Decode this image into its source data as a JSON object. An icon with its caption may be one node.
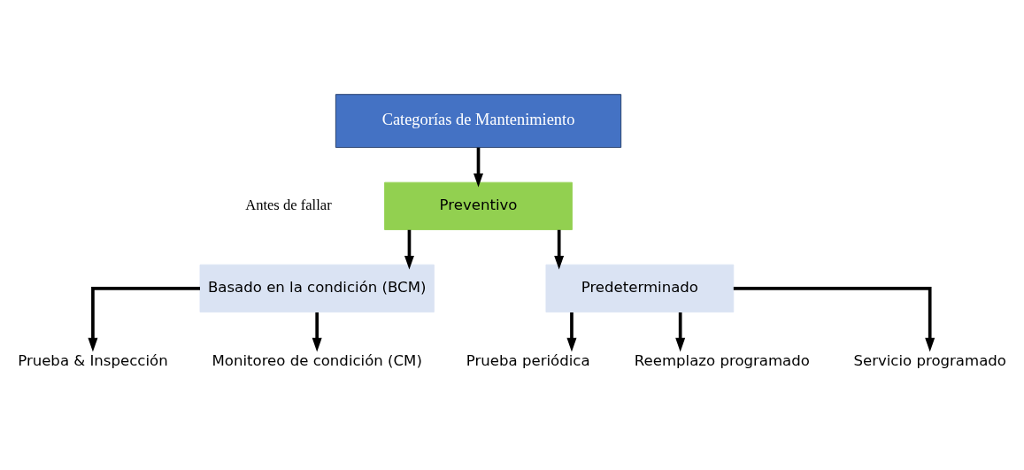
{
  "diagram": {
    "nodes": [
      {
        "text": [
          "Categorías de Mantenimiento"
        ]
      },
      {
        "text": [
          "Preventivo"
        ],
        "beside": [
          "Antes de fallar"
        ]
      },
      {
        "text": [
          "Basado en la condición (BCM)"
        ]
      },
      {
        "text": [
          "Predeterminado"
        ]
      },
      {
        "text": [
          "Prueba & Inspección"
        ]
      },
      {
        "text": [
          "Monitoreo de condición (CM)"
        ]
      },
      {
        "text": [
          "Prueba periódica"
        ]
      },
      {
        "text": [
          "Reemplazo programado"
        ]
      },
      {
        "text": [
          "Servicio programado"
        ]
      }
    ],
    "edges": [
      {
        "from": 0,
        "to": 1,
        "arrow": "to"
      },
      {
        "from": 1,
        "to": 2,
        "arrow": "to"
      },
      {
        "from": 1,
        "to": 3,
        "arrow": "to"
      },
      {
        "from": 2,
        "to": 4,
        "arrow": "to"
      },
      {
        "from": 2,
        "to": 5,
        "arrow": "to"
      },
      {
        "from": 3,
        "to": 6,
        "arrow": "to"
      },
      {
        "from": 3,
        "to": 7,
        "arrow": "to"
      },
      {
        "from": 3,
        "to": 8,
        "arrow": "to"
      }
    ]
  }
}
